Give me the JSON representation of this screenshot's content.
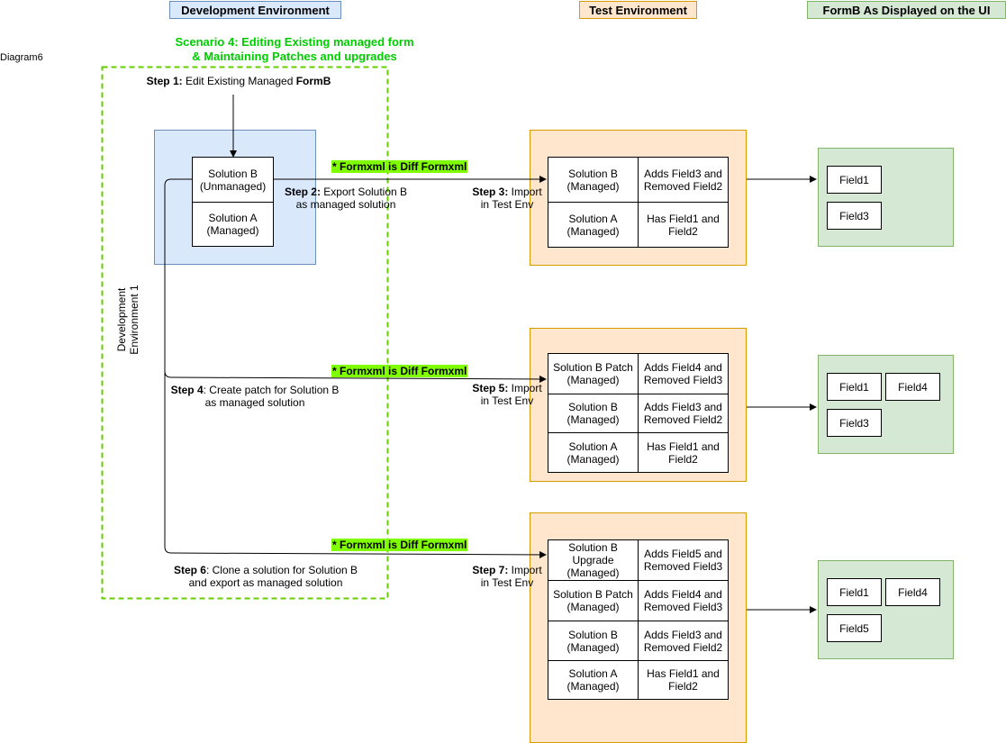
{
  "diagram_label": "Diagram6",
  "headers": {
    "dev": "Development Environment",
    "test": "Test Environment",
    "ui": "FormB As Displayed on the UI"
  },
  "scenario": {
    "line1": "Scenario 4: Editing Existing managed form",
    "line2": "& Maintaining Patches and upgrades"
  },
  "dev_env_label": {
    "line1": "Development",
    "line2": "Environment 1"
  },
  "steps": {
    "s1": {
      "bold": "Step 1:",
      "text": " Edit Existing Managed ",
      "bold2": "FormB"
    },
    "s2": {
      "bold": "Step 2:",
      "text": " Export Solution B",
      "line2": "as managed solution"
    },
    "s3": {
      "bold": "Step 3:",
      "text": " Import",
      "line2": "in Test Env"
    },
    "s4": {
      "bold": "Step 4",
      "text": ": Create patch for Solution B",
      "line2": "as managed solution"
    },
    "s5": {
      "bold": "Step 5:",
      "text": " Import",
      "line2": "in Test Env"
    },
    "s6": {
      "bold": "Step 6",
      "text": ": Clone a solution for Solution B",
      "line2": "and export as managed solution"
    },
    "s7": {
      "bold": "Step 7:",
      "text": " Import",
      "line2": "in Test Env"
    }
  },
  "diff_note": "* Formxml is Diff Formxml",
  "dev_solutions": [
    {
      "l1": "Solution B",
      "l2": "(Unmanaged)"
    },
    {
      "l1": "Solution A",
      "l2": "(Managed)"
    }
  ],
  "test1": [
    {
      "l1": "Solution B",
      "l2": "(Managed)",
      "d1": "Adds Field3 and",
      "d2": "Removed Field2"
    },
    {
      "l1": "Solution A",
      "l2": "(Managed)",
      "d1": "Has Field1 and",
      "d2": "Field2"
    }
  ],
  "test2": [
    {
      "l1": "Solution B Patch",
      "l2": "(Managed)",
      "d1": "Adds Field4 and",
      "d2": "Removed Field3"
    },
    {
      "l1": "Solution B",
      "l2": "(Managed)",
      "d1": "Adds Field3 and",
      "d2": "Removed Field2"
    },
    {
      "l1": "Solution A",
      "l2": "(Managed)",
      "d1": "Has Field1 and",
      "d2": "Field2"
    }
  ],
  "test3": [
    {
      "l1": "Solution B",
      "l2": "Upgrade",
      "l3": "(Managed)",
      "d1": "Adds Field5 and",
      "d2": "Removed Field3"
    },
    {
      "l1": "Solution B Patch",
      "l2": "(Managed)",
      "d1": "Adds Field4 and",
      "d2": "Removed Field3"
    },
    {
      "l1": "Solution B",
      "l2": "(Managed)",
      "d1": "Adds Field3 and",
      "d2": "Removed Field2"
    },
    {
      "l1": "Solution A",
      "l2": "(Managed)",
      "d1": "Has Field1 and",
      "d2": "Field2"
    }
  ],
  "ui1": [
    "Field1",
    "Field3"
  ],
  "ui2": [
    "Field1",
    "Field4",
    "Field3"
  ],
  "ui3": [
    "Field1",
    "Field4",
    "Field5"
  ]
}
